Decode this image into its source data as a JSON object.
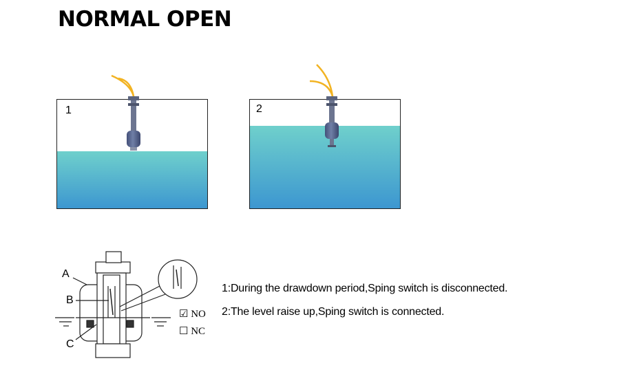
{
  "title": "NORMAL OPEN",
  "tanks": [
    {
      "number": "1",
      "state": "water below float"
    },
    {
      "number": "2",
      "state": "water above float"
    }
  ],
  "schematic": {
    "labels": {
      "a": "A",
      "b": "B",
      "c": "C"
    },
    "options": {
      "no": "☑ NO",
      "nc": "☐ NC"
    }
  },
  "descriptions": [
    "1:During the drawdown period,Sping switch is disconnected.",
    "2:The level raise up,Sping switch is connected."
  ],
  "colors": {
    "water_top": "#6fd0cc",
    "water_bottom": "#3c96d0",
    "float": "#5a6a8e",
    "wire": "#f2b322"
  }
}
